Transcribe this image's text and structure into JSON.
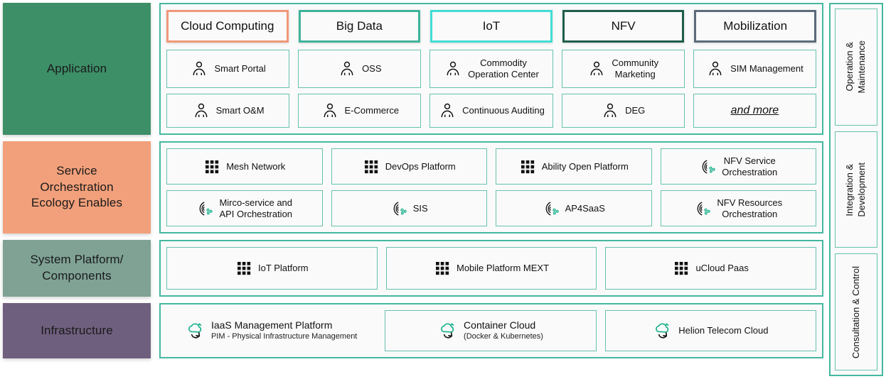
{
  "colors": {
    "teal_frame": "#45b8a0",
    "card_border": "#67c2ae",
    "application": "#3d8f68",
    "service": "#f2a07b",
    "system": "#7fa295",
    "infrastructure": "#6f5f7e",
    "tag_cloud": "#f0987a",
    "tag_bigdata": "#3fb39a",
    "tag_iot": "#41ddd4",
    "tag_nfv": "#1f5c4b",
    "tag_mobilization": "#5d6b7a",
    "icon_green": "#16b08a"
  },
  "tags": [
    {
      "label": "Cloud Computing",
      "border": "#f0987a"
    },
    {
      "label": "Big Data",
      "border": "#3fb39a"
    },
    {
      "label": "IoT",
      "border": "#41ddd4"
    },
    {
      "label": "NFV",
      "border": "#1f5c4b"
    },
    {
      "label": "Mobilization",
      "border": "#5d6b7a"
    }
  ],
  "layers": [
    {
      "name": "application",
      "label": "Application",
      "color": "#3d8f68",
      "rows": [
        [
          {
            "label": "Smart Portal",
            "icon": "person-icon"
          },
          {
            "label": "OSS",
            "icon": "person-icon"
          },
          {
            "label": "Commodity\nOperation Center",
            "icon": "person-icon"
          },
          {
            "label": "Community\nMarketing",
            "icon": "person-icon"
          },
          {
            "label": "SIM Management",
            "icon": "person-icon"
          }
        ],
        [
          {
            "label": "Smart O&M",
            "icon": "person-icon"
          },
          {
            "label": "E-Commerce",
            "icon": "person-icon"
          },
          {
            "label": "Continuous Auditing",
            "icon": "person-icon"
          },
          {
            "label": "DEG",
            "icon": "person-icon"
          },
          {
            "label": "and more",
            "icon": "none",
            "style": "andmore"
          }
        ]
      ]
    },
    {
      "name": "service-orchestration",
      "label": "Service\nOrchestration\nEcology Enables",
      "color": "#f2a07b",
      "rows": [
        [
          {
            "label": "Mesh Network",
            "icon": "grid-icon"
          },
          {
            "label": "DevOps Platform",
            "icon": "grid-icon"
          },
          {
            "label": "Ability Open Platform",
            "icon": "grid-icon"
          },
          {
            "label": "NFV Service\nOrchestration",
            "icon": "orchestration-icon"
          }
        ],
        [
          {
            "label": "Mirco-service and\nAPI Orchestration",
            "icon": "orchestration-icon"
          },
          {
            "label": "SIS",
            "icon": "orchestration-icon"
          },
          {
            "label": "AP4SaaS",
            "icon": "orchestration-icon"
          },
          {
            "label": "NFV Resources\nOrchestration",
            "icon": "orchestration-icon"
          }
        ]
      ]
    },
    {
      "name": "system-platform",
      "label": "System Platform/\nComponents",
      "color": "#7fa295",
      "rows": [
        [
          {
            "label": "IoT Platform",
            "icon": "grid-icon"
          },
          {
            "label": "Mobile Platform MEXT",
            "icon": "grid-icon"
          },
          {
            "label": "uCloud Paas",
            "icon": "grid-icon"
          }
        ]
      ]
    },
    {
      "name": "infrastructure",
      "label": "Infrastructure",
      "color": "#6f5f7e",
      "rows": [
        [
          {
            "label": "IaaS Management Platform",
            "sub": "PIM - Physical Infrastructure Management",
            "icon": "cloud-sync-icon",
            "style": "plain"
          },
          {
            "label": "Container Cloud",
            "sub": "(Docker & Kubernetes)",
            "icon": "cloud-sync-icon"
          },
          {
            "label": "Helion Telecom Cloud",
            "icon": "cloud-sync-icon"
          }
        ]
      ]
    }
  ],
  "rail": [
    {
      "label": "Operation &\nMaintenance"
    },
    {
      "label": "Integration &\nDevelopment"
    },
    {
      "label": "Consultation & Control"
    }
  ]
}
